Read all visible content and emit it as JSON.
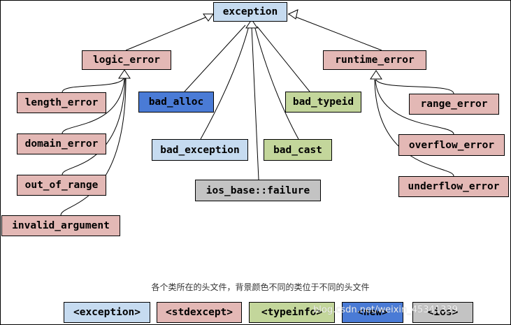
{
  "classes": {
    "exception": "exception",
    "logic_error": "logic_error",
    "runtime_error": "runtime_error",
    "length_error": "length_error",
    "domain_error": "domain_error",
    "out_of_range": "out_of_range",
    "invalid_argument": "invalid_argument",
    "bad_alloc": "bad_alloc",
    "bad_exception": "bad_exception",
    "ios_failure": "ios_base::failure",
    "bad_typeid": "bad_typeid",
    "bad_cast": "bad_cast",
    "range_error": "range_error",
    "overflow_error": "overflow_error",
    "underflow_error": "underflow_error"
  },
  "caption": "各个类所在的头文件，背景颜色不同的类位于不同的头文件",
  "legend": {
    "exception": "<exception>",
    "stdexcept": "<stdexcept>",
    "typeinfo": "<typeinfo>",
    "new": "<new>",
    "ios": "<ios>"
  },
  "watermark": "blog.csdn.net/weixin_45341339",
  "colors": {
    "exception_header": "#c6dbf0",
    "stdexcept_header": "#e3b8b5",
    "typeinfo_header": "#c3d69b",
    "new_header": "#4a7bd6",
    "ios_header": "#c3c3c3"
  }
}
